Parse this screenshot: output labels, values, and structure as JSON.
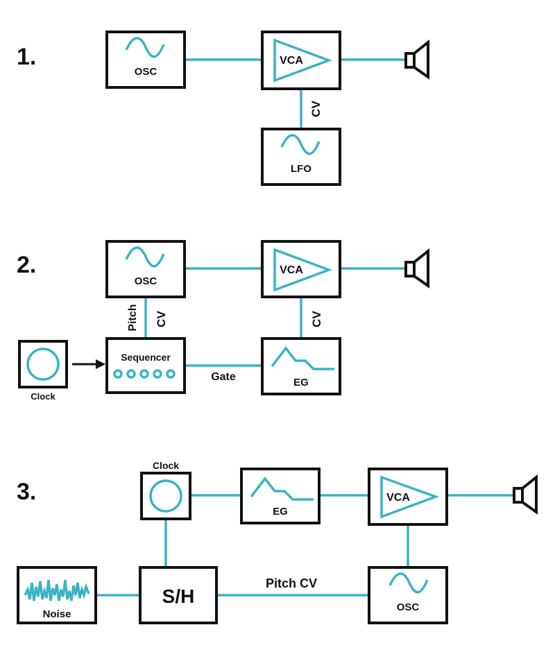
{
  "diagrams": [
    {
      "number": "1.",
      "osc": "OSC",
      "vca": "VCA",
      "lfo": "LFO",
      "cv": "CV"
    },
    {
      "number": "2.",
      "osc": "OSC",
      "vca": "VCA",
      "eg": "EG",
      "sequencer": "Sequencer",
      "clock": "Clock",
      "pitch": "Pitch",
      "cv_left": "CV",
      "cv_right": "CV",
      "gate": "Gate"
    },
    {
      "number": "3.",
      "clock": "Clock",
      "eg": "EG",
      "vca": "VCA",
      "noise": "Noise",
      "sh": "S/H",
      "osc": "OSC",
      "pitch_cv": "Pitch CV"
    }
  ],
  "colors": {
    "wire": "#3ab3c3",
    "outline": "#111111"
  },
  "icons": [
    "sine-wave-icon",
    "triangle-amp-icon",
    "speaker-icon",
    "envelope-icon",
    "clock-circle-icon",
    "noise-icon"
  ]
}
